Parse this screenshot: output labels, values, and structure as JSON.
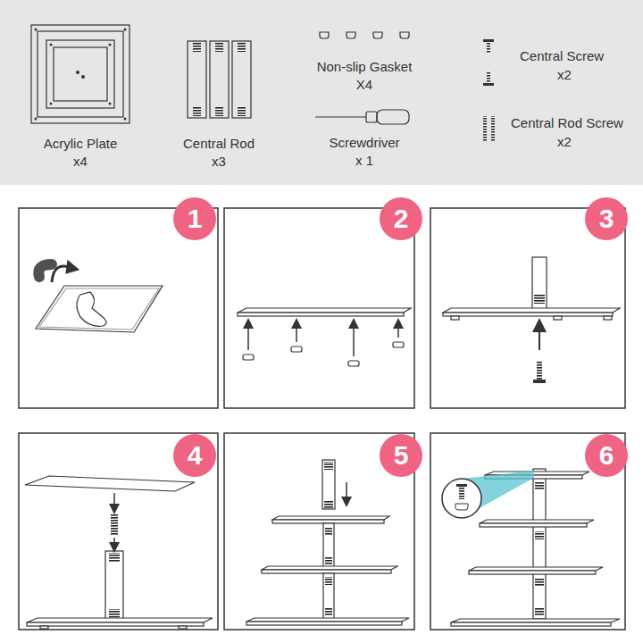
{
  "diagram": {
    "nodes": [
      {
        "text": [
          "1"
        ]
      },
      {
        "text": [
          "2"
        ]
      },
      {
        "text": [
          "3"
        ]
      },
      {
        "text": [
          "4"
        ]
      },
      {
        "text": [
          "5"
        ]
      },
      {
        "text": [
          "6"
        ]
      }
    ],
    "labels": [
      "Acrylic Plate",
      "x4",
      "Central Rod",
      "x3",
      "Non-slip Gasket",
      "X4",
      "Screwdriver",
      "x 1",
      "Central Screw",
      "x2",
      "Central Rod Screw",
      "x2"
    ]
  }
}
